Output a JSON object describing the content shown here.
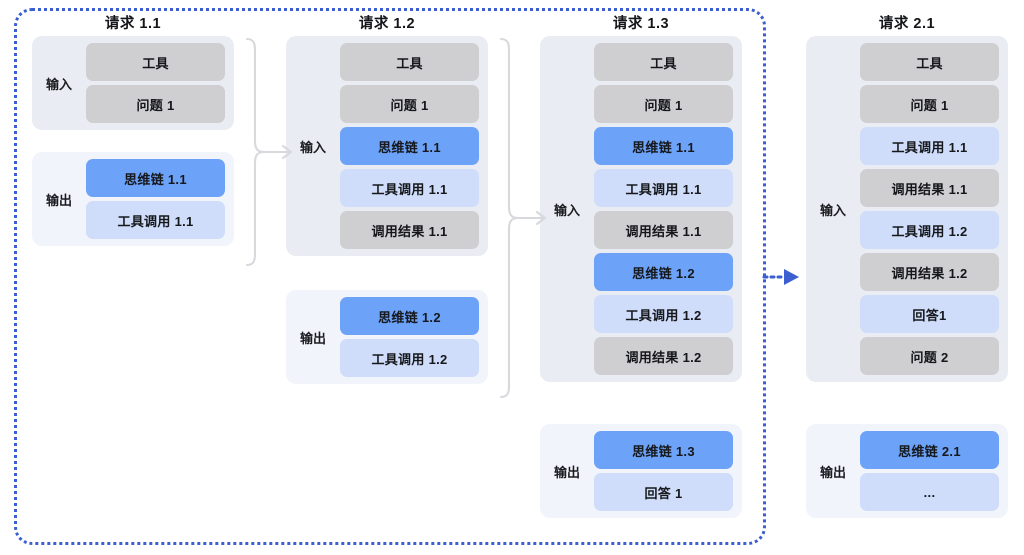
{
  "diagram": {
    "title_row": [
      "请求 1.1",
      "请求 1.2",
      "请求 1.3",
      "请求 2.1"
    ],
    "labels": {
      "input": "输入",
      "output": "输出"
    },
    "colors": {
      "frame_dashed": "#3B5FD0",
      "input_box_bg": "#E9ECF2",
      "output_box_bg": "#F2F4FC",
      "chip_gray": "#CFCFD1",
      "chip_blue": "#6CA3F8",
      "chip_lightblue": "#CFDDFA",
      "brace": "#D8D9DD",
      "arrow_blue": "#3B5FD0"
    },
    "columns": [
      {
        "id": "request-1-1",
        "title": "请求 1.1",
        "groups": [
          {
            "kind": "input",
            "label": "输入",
            "chips": [
              {
                "text": "工具",
                "tone": "gray"
              },
              {
                "text": "问题 1",
                "tone": "gray"
              }
            ]
          },
          {
            "kind": "output",
            "label": "输出",
            "chips": [
              {
                "text": "思维链 1.1",
                "tone": "blue"
              },
              {
                "text": "工具调用 1.1",
                "tone": "lightblue"
              }
            ]
          }
        ]
      },
      {
        "id": "request-1-2",
        "title": "请求 1.2",
        "groups": [
          {
            "kind": "input",
            "label": "输入",
            "chips": [
              {
                "text": "工具",
                "tone": "gray"
              },
              {
                "text": "问题 1",
                "tone": "gray"
              },
              {
                "text": "思维链 1.1",
                "tone": "blue"
              },
              {
                "text": "工具调用 1.1",
                "tone": "lightblue"
              },
              {
                "text": "调用结果 1.1",
                "tone": "gray"
              }
            ]
          },
          {
            "kind": "output",
            "label": "输出",
            "chips": [
              {
                "text": "思维链 1.2",
                "tone": "blue"
              },
              {
                "text": "工具调用 1.2",
                "tone": "lightblue"
              }
            ]
          }
        ]
      },
      {
        "id": "request-1-3",
        "title": "请求 1.3",
        "groups": [
          {
            "kind": "input",
            "label": "输入",
            "chips": [
              {
                "text": "工具",
                "tone": "gray"
              },
              {
                "text": "问题 1",
                "tone": "gray"
              },
              {
                "text": "思维链 1.1",
                "tone": "blue"
              },
              {
                "text": "工具调用 1.1",
                "tone": "lightblue"
              },
              {
                "text": "调用结果 1.1",
                "tone": "gray"
              },
              {
                "text": "思维链 1.2",
                "tone": "blue"
              },
              {
                "text": "工具调用 1.2",
                "tone": "lightblue"
              },
              {
                "text": "调用结果 1.2",
                "tone": "gray"
              }
            ]
          },
          {
            "kind": "output",
            "label": "输出",
            "chips": [
              {
                "text": "思维链 1.3",
                "tone": "blue"
              },
              {
                "text": "回答 1",
                "tone": "lightblue"
              }
            ]
          }
        ]
      },
      {
        "id": "request-2-1",
        "title": "请求 2.1",
        "groups": [
          {
            "kind": "input",
            "label": "输入",
            "chips": [
              {
                "text": "工具",
                "tone": "gray"
              },
              {
                "text": "问题 1",
                "tone": "gray"
              },
              {
                "text": "工具调用 1.1",
                "tone": "lightblue"
              },
              {
                "text": "调用结果 1.1",
                "tone": "gray"
              },
              {
                "text": "工具调用 1.2",
                "tone": "lightblue"
              },
              {
                "text": "调用结果 1.2",
                "tone": "gray"
              },
              {
                "text": "回答1",
                "tone": "lightblue"
              },
              {
                "text": "问题 2",
                "tone": "gray"
              }
            ]
          },
          {
            "kind": "output",
            "label": "输出",
            "chips": [
              {
                "text": "思维链 2.1",
                "tone": "blue"
              },
              {
                "text": "...",
                "tone": "lightblue"
              }
            ]
          }
        ]
      }
    ],
    "connectors": [
      {
        "id": "brace-1-to-2",
        "kind": "brace-arrow"
      },
      {
        "id": "brace-2-to-3",
        "kind": "brace-arrow"
      },
      {
        "id": "dashed-arrow-3-to-4",
        "kind": "dashed-arrow"
      }
    ]
  }
}
